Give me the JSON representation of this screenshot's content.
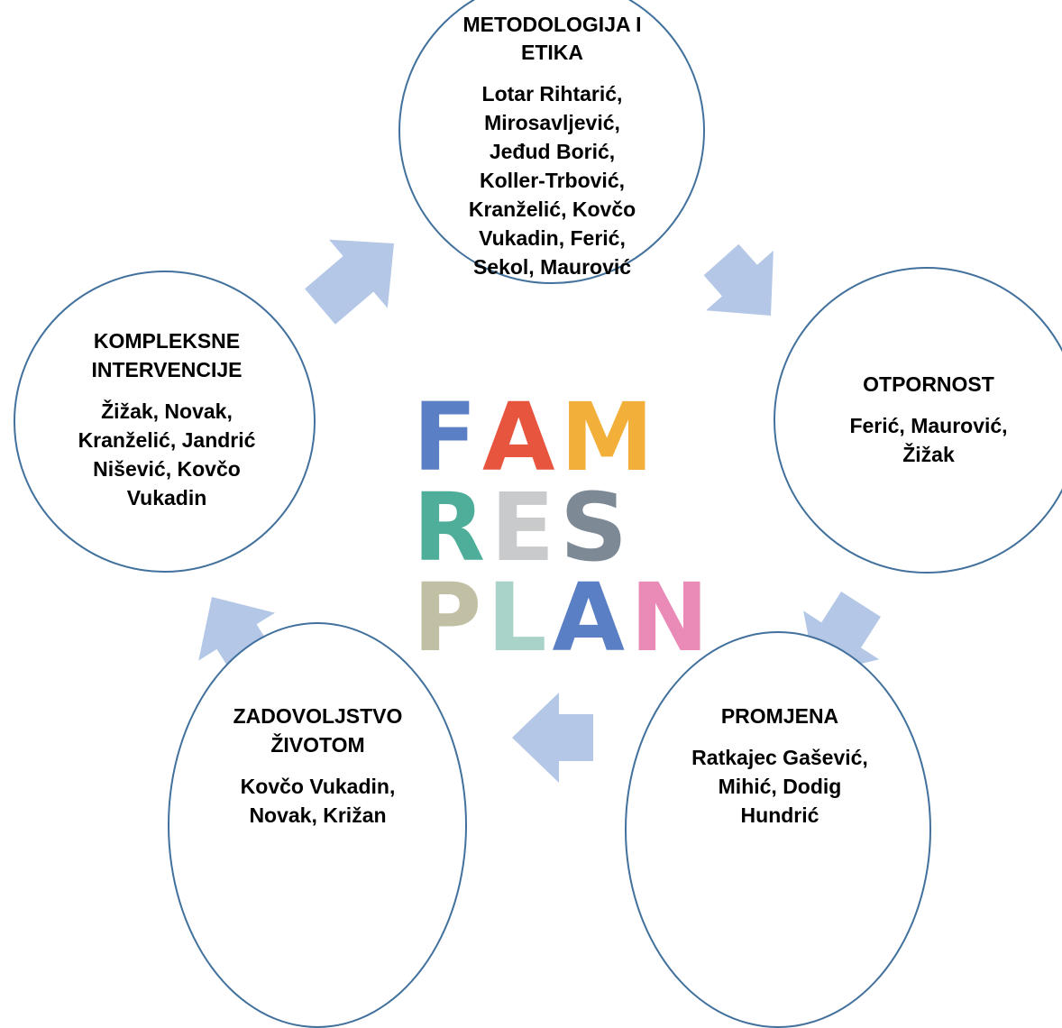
{
  "nodes": [
    {
      "id": "metodologija",
      "title": "METODOLOGIJA I ETIKA",
      "names": "Lotar Rihtarić,\nMirosavljević,\nJeđud Borić,\nKoller-Trbović,\nKranželić, Kovčo\nVukadin, Ferić,\nSekol, Maurović"
    },
    {
      "id": "otpornost",
      "title": "OTPORNOST",
      "names": "Ferić, Maurović,\nŽižak"
    },
    {
      "id": "promjena",
      "title": "PROMJENA",
      "names": "Ratkajec Gašević,\nMihić, Dodig\nHundrić"
    },
    {
      "id": "zadovoljstvo",
      "title": "ZADOVOLJSTVO\nŽIVOTOM",
      "names": "Kovčo Vukadin,\nNovak, Križan"
    },
    {
      "id": "kompleksne",
      "title": "KOMPLEKSNE\nINTERVENCIJE",
      "names": "Žižak, Novak,\nKranželić, Jandrić\nNišević, Kovčo\nVukadin"
    }
  ],
  "logo": {
    "rows": [
      [
        {
          "ch": "F",
          "color": "#5b7fc4"
        },
        {
          "ch": "A",
          "color": "#e8553f"
        },
        {
          "ch": "M",
          "color": "#f2b03a"
        }
      ],
      [
        {
          "ch": "R",
          "color": "#4fae9a"
        },
        {
          "ch": "E",
          "color": "#c8cacb"
        },
        {
          "ch": "S",
          "color": "#7d8a96"
        }
      ],
      [
        {
          "ch": "P",
          "color": "#c2c0a4"
        },
        {
          "ch": "L",
          "color": "#a9d2c8"
        },
        {
          "ch": "A",
          "color": "#5b7fc4"
        },
        {
          "ch": "N",
          "color": "#e98bb6"
        }
      ]
    ]
  },
  "colors": {
    "arrow": "#b4c7e7",
    "circle_border": "#41719c"
  }
}
